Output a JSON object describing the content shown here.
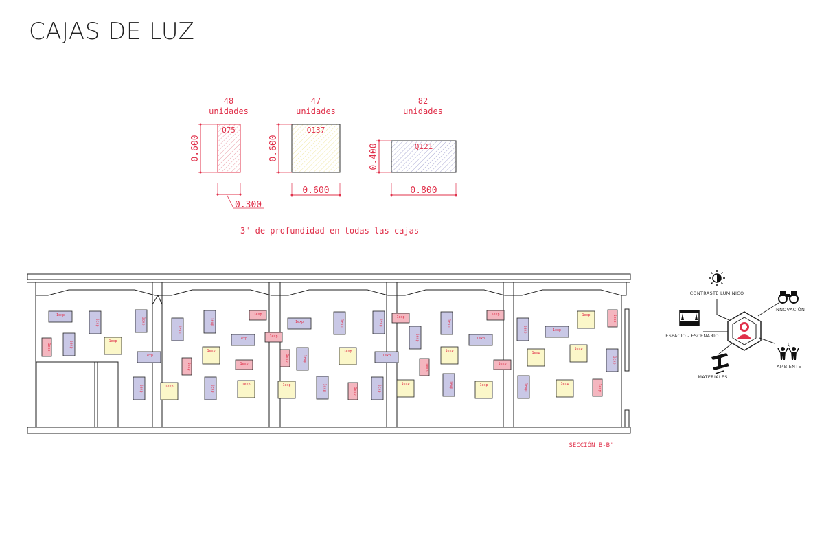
{
  "title": "CAJAS DE LUZ",
  "boxes": [
    {
      "id": "q75",
      "count": "48",
      "unit_word": "unidades",
      "code": "Q75",
      "height_dim": "0.600",
      "width_dim": "0.300",
      "fill": "#f7dde0",
      "stroke": "#e0304a"
    },
    {
      "id": "q137",
      "count": "47",
      "unit_word": "unidades",
      "code": "Q137",
      "height_dim": "0.600",
      "width_dim": "0.600",
      "fill": "#fbf5c8",
      "stroke": "#333333"
    },
    {
      "id": "q121",
      "count": "82",
      "unit_word": "unidades",
      "code": "Q121",
      "height_dim": "0.400",
      "width_dim": "0.800",
      "fill": "#d9d8ee",
      "stroke": "#333333"
    }
  ],
  "depth_note": "3\" de profundidad en todas las cajas",
  "section_label": "SECCIÓN B-B'",
  "box_tag": "1exp",
  "colors": {
    "red_box": "#f4b6bf",
    "yellow_box": "#fbf7c9",
    "blue_box": "#c9c8e6",
    "dimension_red": "#e0304a",
    "line": "#222222"
  },
  "legend": {
    "contrast": "CONTRASTE LUMÍNICO",
    "innovation": "INNOVACIÓN",
    "space": "ESPACIO - ESCENARIO",
    "materials": "MATERIALES",
    "ambient": "AMBIENTE",
    "icons": [
      "contrast-sun-icon",
      "binoculars-icon",
      "stage-icon",
      "steel-beam-icon",
      "people-music-icon",
      "user-avatar-icon"
    ]
  }
}
